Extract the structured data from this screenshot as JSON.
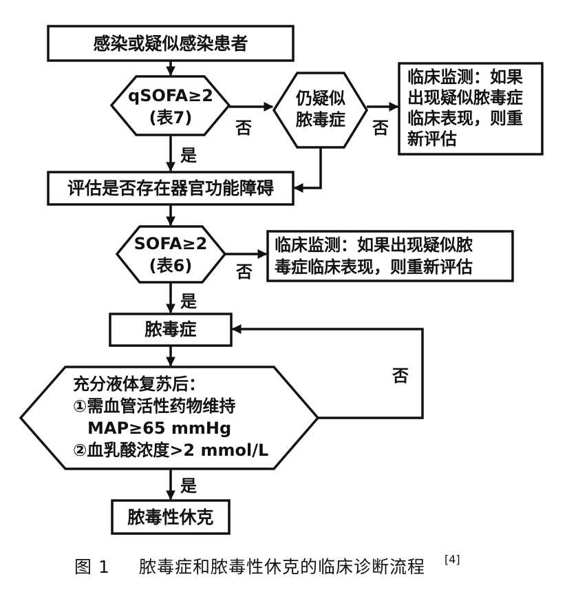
{
  "nodes": {
    "start": "感染或疑似感染患者",
    "qsofa_line1": "qSOFA≥2",
    "qsofa_line2": "(表7)",
    "still_suspect_line1": "仍疑似",
    "still_suspect_line2": "脓毒症",
    "monitor1_lines": [
      "临床监测：如果",
      "出现疑似脓毒症",
      "临床表现，则重",
      "新评估"
    ],
    "assess_organ": "评估是否存在器官功能障碍",
    "sofa_line1": "SOFA≥2",
    "sofa_line2": "(表6)",
    "monitor2_lines": [
      "临床监测：如果出现疑似脓",
      "毒症临床表现，则重新评估"
    ],
    "sepsis": "脓毒症",
    "criteria_lines": [
      "充分液体复苏后：",
      "①需血管活性药物维持",
      "MAP≥65 mmHg",
      "②血乳酸浓度>2 mmol/L"
    ],
    "septic_shock": "脓毒性休克"
  },
  "edge_labels": {
    "yes": "是",
    "no": "否"
  },
  "caption": {
    "figure": "图 1",
    "text": "脓毒症和脓毒性休克的临床诊断流程",
    "ref": "[4]"
  }
}
